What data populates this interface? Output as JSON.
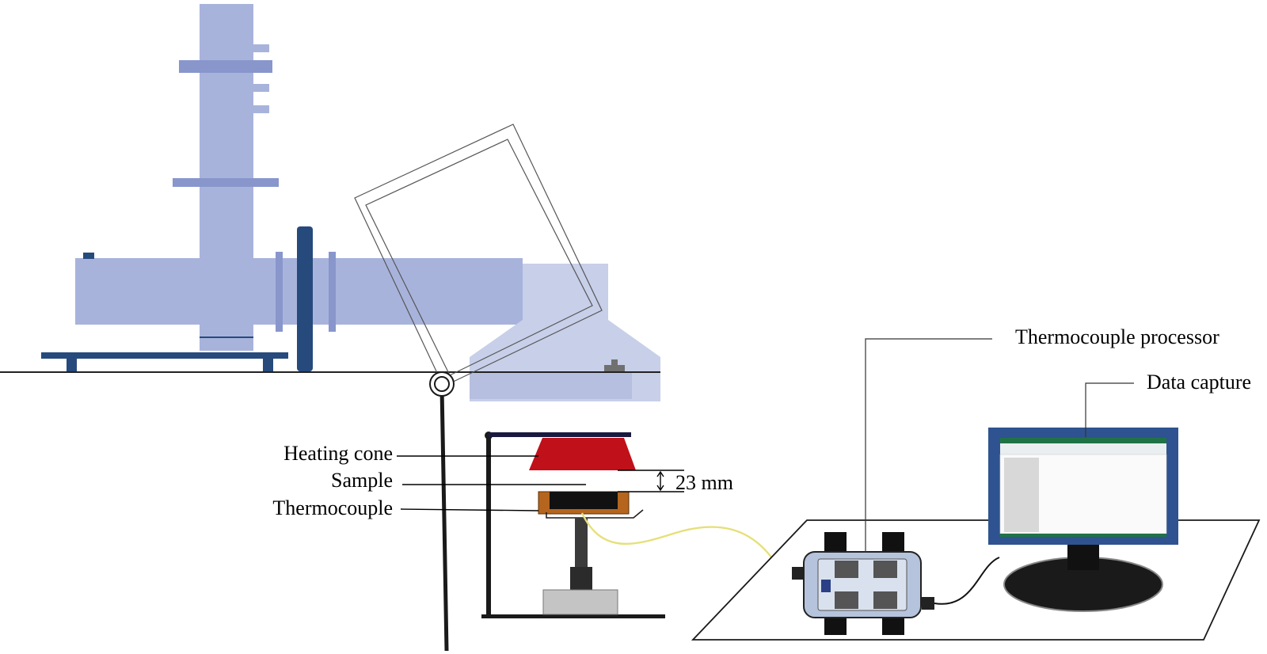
{
  "labels": {
    "heating_cone": "Heating cone",
    "sample": "Sample",
    "thermocouple": "Thermocouple",
    "gap": "23 mm",
    "thermocouple_processor": "Thermocouple processor",
    "data_capture": "Data capture"
  },
  "colors": {
    "duct": "#a8b3dc",
    "duct_dark": "#8896cc",
    "navy": "#264a7c",
    "hood": "#c7cfe9",
    "heating_cone": "#c0101a",
    "sample_holder": "#b5651d",
    "wire": "#e6e07a",
    "monitor_frame": "#2e5390"
  }
}
